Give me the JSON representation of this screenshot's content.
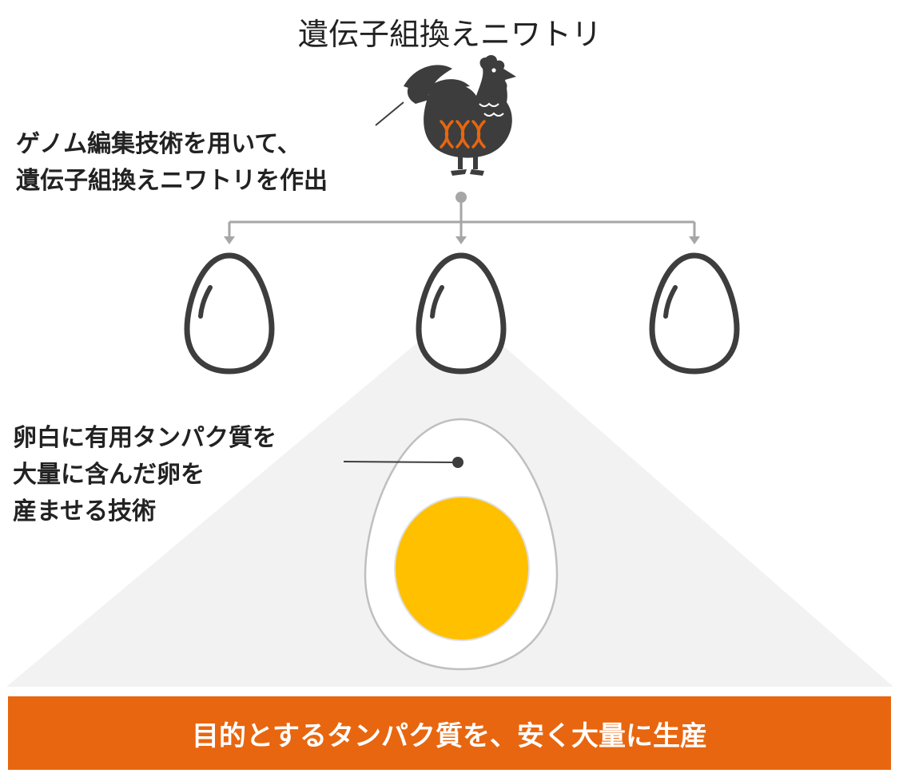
{
  "title": "遺伝子組換えニワトリ",
  "annotation_top": {
    "lines": [
      "ゲノム編集技術を用いて、",
      "遺伝子組換えニワトリを作出"
    ]
  },
  "annotation_middle": {
    "lines": [
      "卵白に有用タンパク質を",
      "大量に含んだ卵を",
      "産ませる技術"
    ]
  },
  "banner": {
    "text": "目的とするタンパク質を、安く大量に生産"
  },
  "colors": {
    "accent": "#E8660F",
    "chicken": "#3D3D3D",
    "egg_outline": "#3D3D3D",
    "connector": "#A6A6A6",
    "triangle": "#F2F2F2",
    "yolk": "#FFC000",
    "dna": "#E8660F"
  },
  "icons": [
    "chicken-icon",
    "dna-icon",
    "egg-icon"
  ]
}
